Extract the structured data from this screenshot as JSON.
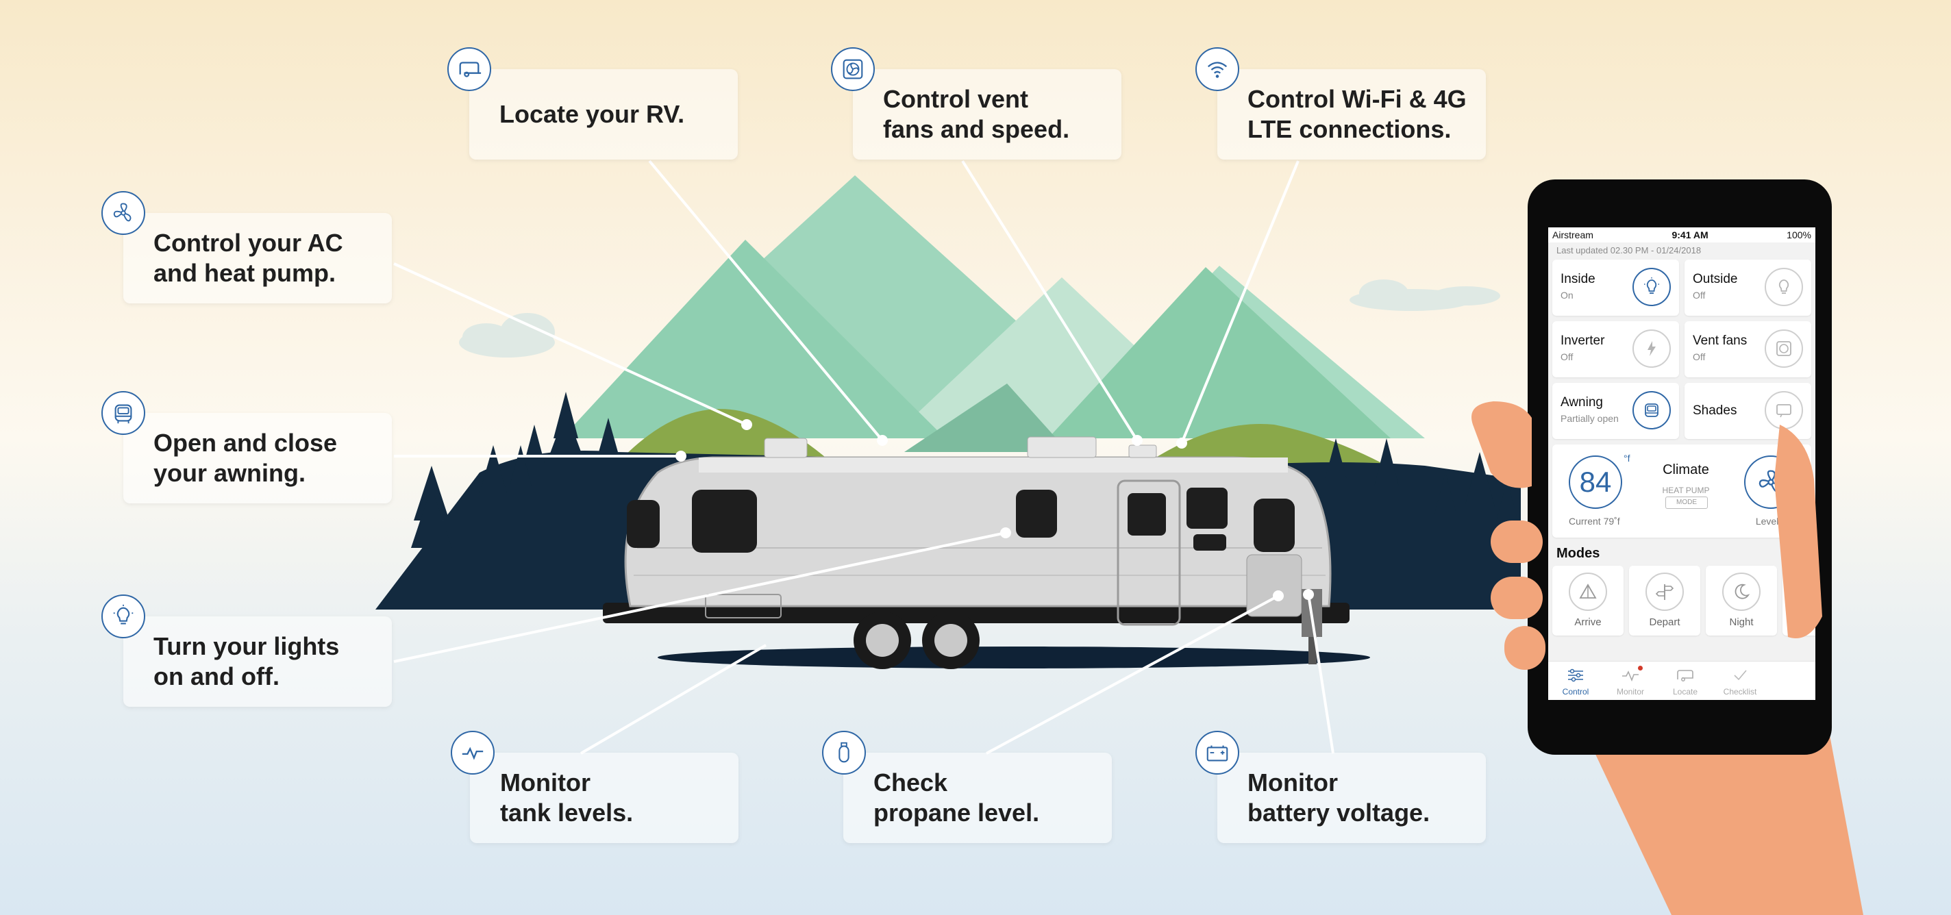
{
  "colors": {
    "accent_blue": "#2f67a6",
    "navy": "#132a3f",
    "mountain_green": "#8fcfb1",
    "hill_green": "#8aa84a",
    "skin": "#f2a57b",
    "phone_black": "#0b0b0b"
  },
  "callouts": [
    {
      "id": "locate",
      "text": "Locate your RV.",
      "icon": "trailer-icon"
    },
    {
      "id": "vent",
      "text": "Control vent\nfans and speed.",
      "icon": "vent-fan-icon"
    },
    {
      "id": "wifi",
      "text": "Control Wi-Fi & 4G\nLTE connections.",
      "icon": "wifi-icon"
    },
    {
      "id": "ac",
      "text": "Control your AC\nand heat pump.",
      "icon": "fan-icon"
    },
    {
      "id": "awning",
      "text": "Open and close\nyour awning.",
      "icon": "awning-icon"
    },
    {
      "id": "lights",
      "text": "Turn your lights\non and off.",
      "icon": "lightbulb-icon"
    },
    {
      "id": "tank",
      "text": "Monitor\ntank levels.",
      "icon": "pulse-icon"
    },
    {
      "id": "propane",
      "text": "Check\npropane level.",
      "icon": "propane-tank-icon"
    },
    {
      "id": "battery",
      "text": "Monitor\nbattery voltage.",
      "icon": "battery-icon"
    }
  ],
  "phone": {
    "status": {
      "carrier": "Airstream",
      "time": "9:41 AM",
      "battery": "100%"
    },
    "last_updated": "Last updated 02.30 PM - 01/24/2018",
    "tiles": [
      {
        "label": "Inside",
        "sub": "On",
        "icon": "lightbulb-icon",
        "active": true
      },
      {
        "label": "Outside",
        "sub": "Off",
        "icon": "lightbulb-icon",
        "active": false
      },
      {
        "label": "Inverter",
        "sub": "Off",
        "icon": "bolt-icon",
        "active": false
      },
      {
        "label": "Vent fans",
        "sub": "Off",
        "icon": "vent-fan-icon",
        "active": false
      },
      {
        "label": "Awning",
        "sub": "Partially open",
        "icon": "awning-icon",
        "active": true
      },
      {
        "label": "Shades",
        "sub": "",
        "icon": "shade-icon",
        "active": false
      }
    ],
    "climate": {
      "title": "Climate",
      "temp": "84",
      "unit": "°f",
      "current": "Current 79˚f",
      "mode": "HEAT PUMP",
      "mode_button": "MODE",
      "level": "Level 1"
    },
    "modes_title": "Modes",
    "modes": [
      {
        "label": "Arrive",
        "icon": "tent-icon"
      },
      {
        "label": "Depart",
        "icon": "signpost-icon"
      },
      {
        "label": "Night",
        "icon": "moon-icon"
      }
    ],
    "tabs": [
      {
        "label": "Control",
        "icon": "sliders-icon",
        "active": true
      },
      {
        "label": "Monitor",
        "icon": "pulse-icon",
        "active": false
      },
      {
        "label": "Locate",
        "icon": "trailer-icon",
        "active": false
      },
      {
        "label": "Checklist",
        "icon": "check-icon",
        "active": false
      }
    ]
  }
}
